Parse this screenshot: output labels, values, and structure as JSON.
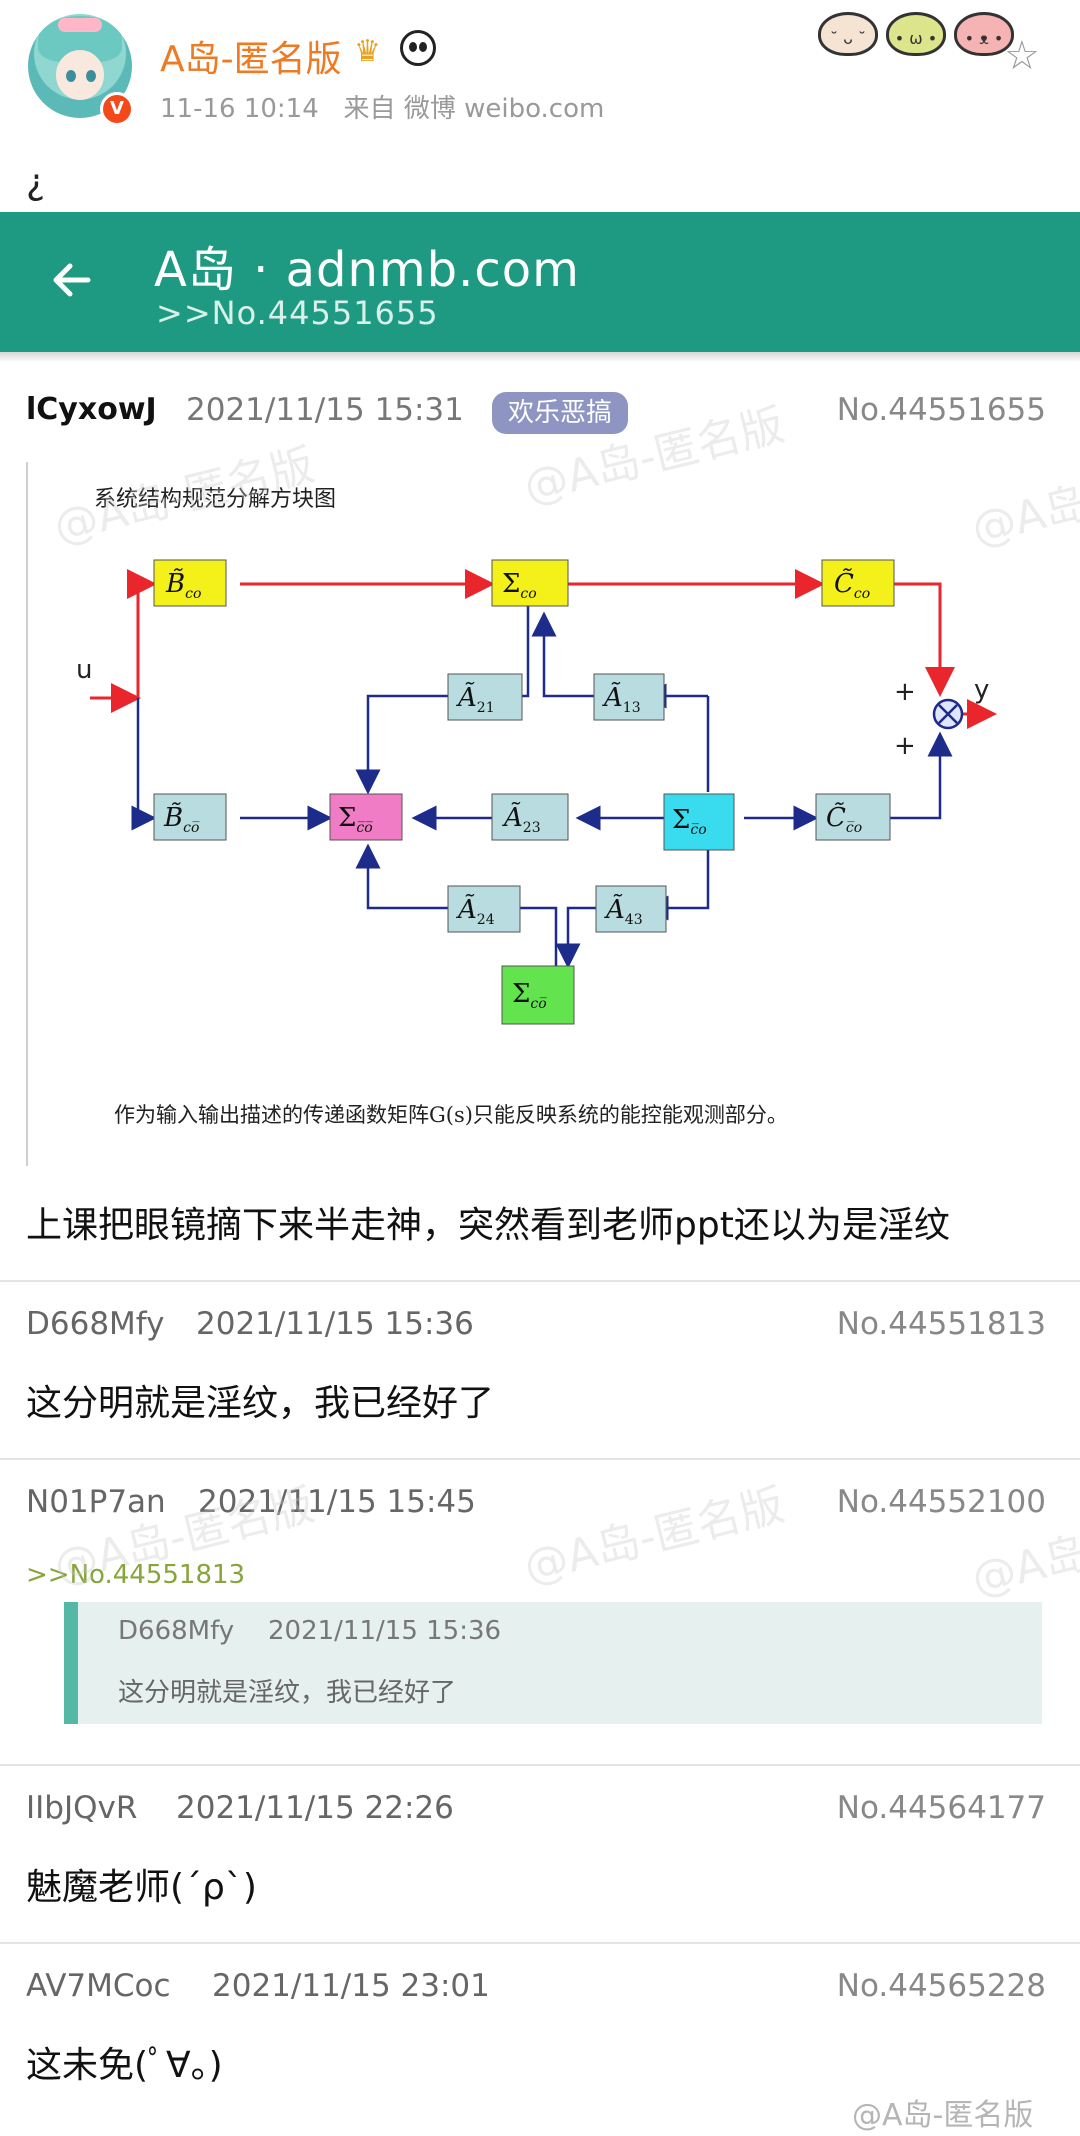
{
  "weibo": {
    "account_name": "A岛-匿名版",
    "timestamp": "11-16 10:14",
    "source_prefix": "来自",
    "source": "微博 weibo.com",
    "post_text": "¿",
    "footer_watermark": "@A岛-匿名版",
    "badge_glyph": "V",
    "icons": [
      "crown-icon",
      "panda-icon",
      "emoji-sticker-icon",
      "star-icon",
      "back-arrow-icon"
    ]
  },
  "app_bar": {
    "title": "A岛 · adnmb.com",
    "subtitle": ">>No.44551655"
  },
  "thread": {
    "user": "lCyxowJ",
    "time": "2021/11/15 15:31",
    "tag": "欢乐恶搞",
    "number": "No.44551655",
    "image": {
      "title": "系统结构规范分解方块图",
      "caption": "作为输入输出描述的传递函数矩阵G(s)只能反映系统的能控能观测部分。",
      "input_label": "u",
      "output_label": "y",
      "plus_sign": "+",
      "colors": {
        "red_line": "#e8262c",
        "blue_line": "#1d2b8a",
        "yellow": "#f3f01a",
        "pink": "#f07cc6",
        "cyan": "#39dcef",
        "green": "#63e44f",
        "gray_block": "#b9dce0"
      }
    },
    "text": "上课把眼镜摘下来半走神，突然看到老师ppt还以为是淫纹"
  },
  "replies": [
    {
      "user": "D668Mfy",
      "time": "2021/11/15 15:36",
      "number": "No.44551813",
      "text": "这分明就是淫纹，我已经好了"
    },
    {
      "user": "N01P7an",
      "time": "2021/11/15 15:45",
      "number": "No.44552100",
      "quote_link": ">>No.44551813",
      "quote": {
        "user": "D668Mfy",
        "time": "2021/11/15 15:36",
        "text": "这分明就是淫纹，我已经好了"
      }
    },
    {
      "user": "IIbJQvR",
      "time": "2021/11/15 22:26",
      "number": "No.44564177",
      "text": "魅魔老师(´ρ`)"
    },
    {
      "user": "AV7MCoc",
      "time": "2021/11/15 23:01",
      "number": "No.44565228",
      "text": "这未免(ﾟ∀。)"
    }
  ],
  "watermarks": [
    "@A岛-匿名版",
    "@A岛-匿名版",
    "@A岛"
  ]
}
